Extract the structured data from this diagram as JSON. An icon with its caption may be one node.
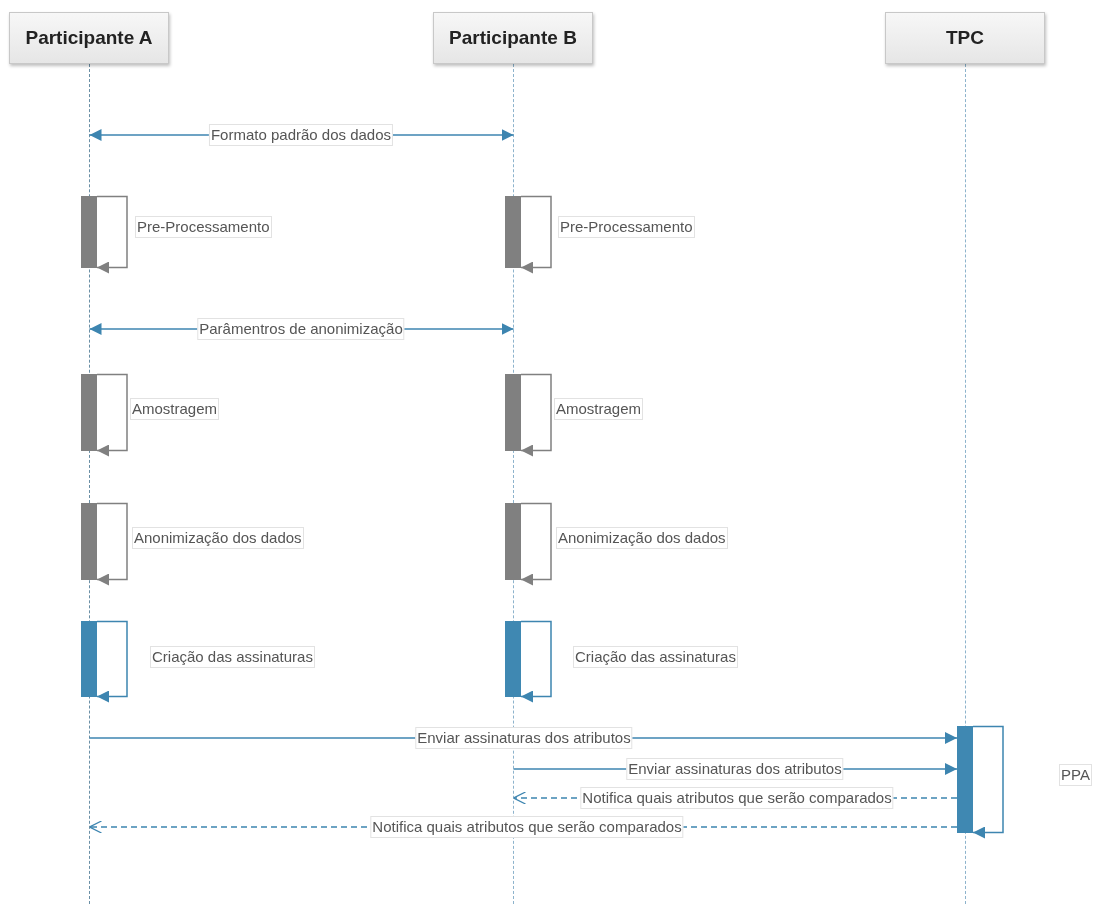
{
  "diagram": {
    "nodes": [
      {
        "text": [
          "Participante A"
        ]
      },
      {
        "text": [
          "Participante B"
        ]
      },
      {
        "text": [
          "TPC"
        ]
      },
      {
        "text": [],
        "shape": "line"
      },
      {
        "text": [],
        "shape": "line"
      },
      {
        "text": [],
        "shape": "line"
      },
      {
        "text": [],
        "shape": "bar"
      },
      {
        "text": [],
        "shape": "bar"
      },
      {
        "text": [],
        "shape": "bar"
      },
      {
        "text": [],
        "shape": "bar"
      },
      {
        "text": [],
        "shape": "bar"
      },
      {
        "text": [],
        "shape": "bar"
      },
      {
        "text": [],
        "shape": "bar"
      },
      {
        "text": [],
        "shape": "bar"
      },
      {
        "text": [],
        "shape": "bar"
      }
    ],
    "edges": [
      {
        "from": 3,
        "to": 4,
        "arrow": "both",
        "label": "Formato padrão dos dados"
      },
      {
        "from": 6,
        "to": 6,
        "arrow": "to",
        "label": "Pre-Processamento",
        "color": "#808080"
      },
      {
        "from": 7,
        "to": 7,
        "arrow": "to",
        "label": "Pre-Processamento",
        "color": "#808080"
      },
      {
        "from": 3,
        "to": 4,
        "arrow": "both",
        "label": "Parâmentros de anonimização"
      },
      {
        "from": 8,
        "to": 8,
        "arrow": "to",
        "label": "Amostragem",
        "color": "#808080"
      },
      {
        "from": 9,
        "to": 9,
        "arrow": "to",
        "label": "Amostragem",
        "color": "#808080"
      },
      {
        "from": 10,
        "to": 10,
        "arrow": "to",
        "label": "Anonimização dos dados",
        "color": "#808080"
      },
      {
        "from": 11,
        "to": 11,
        "arrow": "to",
        "label": "Anonimização dos dados",
        "color": "#808080"
      },
      {
        "from": 12,
        "to": 12,
        "arrow": "to",
        "label": "Criação das assinaturas"
      },
      {
        "from": 13,
        "to": 13,
        "arrow": "to",
        "label": "Criação das assinaturas"
      },
      {
        "from": 3,
        "to": 14,
        "arrow": "to",
        "label": "Enviar assinaturas dos atributos"
      },
      {
        "from": 4,
        "to": 14,
        "arrow": "to",
        "label": "Enviar assinaturas dos atributos"
      },
      {
        "from": 14,
        "to": 4,
        "arrow": "to",
        "label": "Notifica quais atributos que serão comparados",
        "style": "dashed"
      },
      {
        "from": 14,
        "to": 3,
        "arrow": "to",
        "label": "Notifica quais atributos que serão comparados",
        "style": "dashed"
      },
      {
        "from": 14,
        "to": 14,
        "arrow": "to",
        "label": "PPA"
      }
    ]
  }
}
